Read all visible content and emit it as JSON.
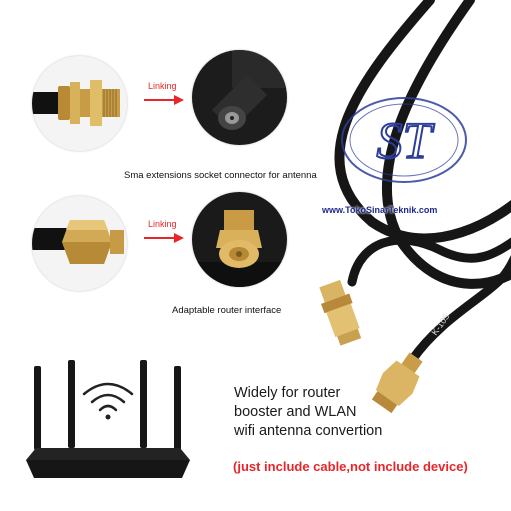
{
  "colors": {
    "accent_red": "#e8262a",
    "cable_black": "#161616",
    "gold": "#c8a14a",
    "logo_blue": "#2c3d9a",
    "text_dark": "#1a1a1a"
  },
  "row1": {
    "linking_label": "Linking",
    "caption": "Sma extensions socket connector for antenna",
    "left_icon": "sma-female-bulkhead-connector",
    "right_icon": "antenna-base-socket"
  },
  "row2": {
    "linking_label": "Linking",
    "caption": "Adaptable router interface",
    "left_icon": "sma-male-connector",
    "right_icon": "router-sma-port"
  },
  "watermark": {
    "monogram": "ST",
    "website": "www.TokoSinarTeknik.com"
  },
  "cable_print": "K-105",
  "promo_lines": [
    "Widely for router",
    "booster and WLAN",
    "wifi antenna convertion"
  ],
  "disclaimer": "(just include cable,not include device)",
  "router": {
    "antenna_count": 4,
    "wifi_icon": "wifi-signal-icon"
  }
}
